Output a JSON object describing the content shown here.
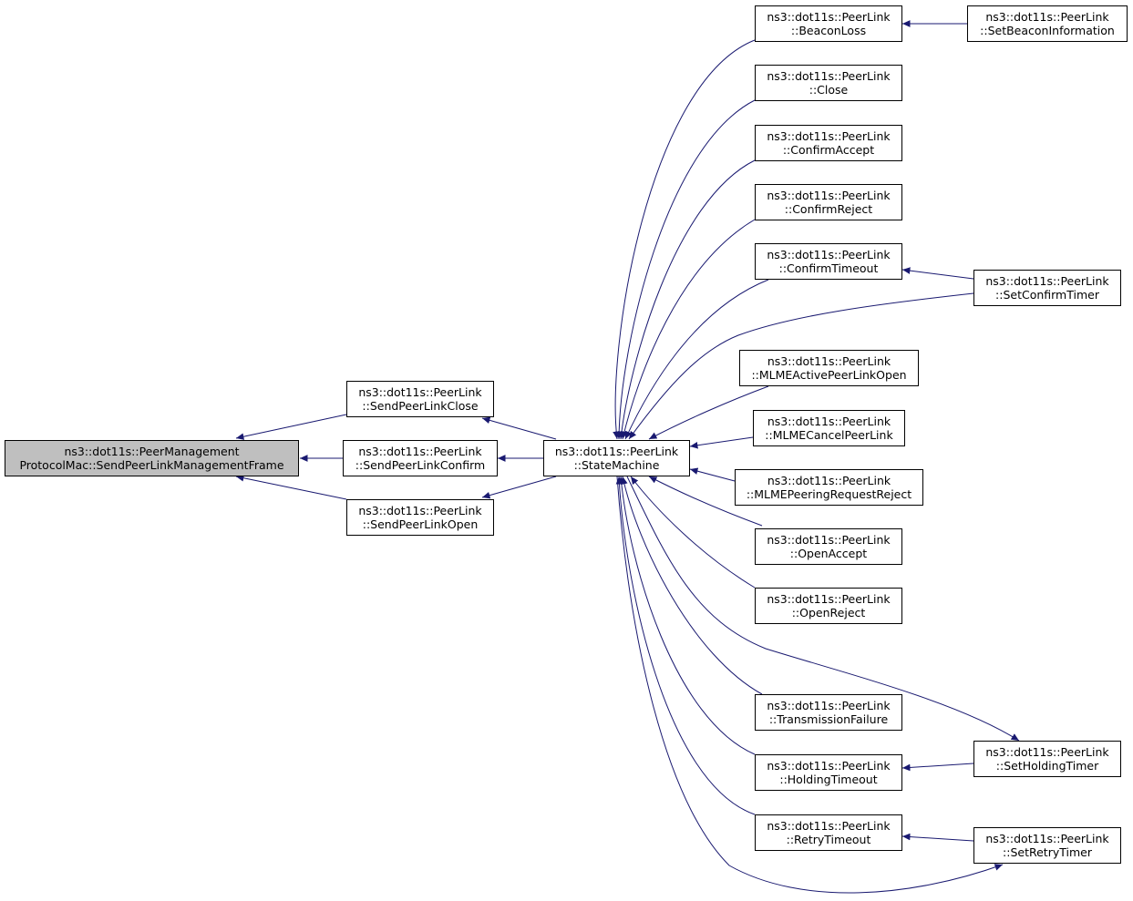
{
  "colors": {
    "edge": "#191970",
    "focus_fill": "#bfbfbf",
    "node_fill": "#ffffff",
    "border": "#000000"
  },
  "nodes": {
    "root": {
      "line1": "ns3::dot11s::PeerManagement",
      "line2": "ProtocolMac::SendPeerLinkManagementFrame"
    },
    "sendclose": {
      "line1": "ns3::dot11s::PeerLink",
      "line2": "::SendPeerLinkClose"
    },
    "sendconfirm": {
      "line1": "ns3::dot11s::PeerLink",
      "line2": "::SendPeerLinkConfirm"
    },
    "sendopen": {
      "line1": "ns3::dot11s::PeerLink",
      "line2": "::SendPeerLinkOpen"
    },
    "statemachine": {
      "line1": "ns3::dot11s::PeerLink",
      "line2": "::StateMachine"
    },
    "beaconloss": {
      "line1": "ns3::dot11s::PeerLink",
      "line2": "::BeaconLoss"
    },
    "close": {
      "line1": "ns3::dot11s::PeerLink",
      "line2": "::Close"
    },
    "confirmaccept": {
      "line1": "ns3::dot11s::PeerLink",
      "line2": "::ConfirmAccept"
    },
    "confirmreject": {
      "line1": "ns3::dot11s::PeerLink",
      "line2": "::ConfirmReject"
    },
    "confirmtimeout": {
      "line1": "ns3::dot11s::PeerLink",
      "line2": "::ConfirmTimeout"
    },
    "mlmeactive": {
      "line1": "ns3::dot11s::PeerLink",
      "line2": "::MLMEActivePeerLinkOpen"
    },
    "mlmecancel": {
      "line1": "ns3::dot11s::PeerLink",
      "line2": "::MLMECancelPeerLink"
    },
    "mlmepeering": {
      "line1": "ns3::dot11s::PeerLink",
      "line2": "::MLMEPeeringRequestReject"
    },
    "openaccept": {
      "line1": "ns3::dot11s::PeerLink",
      "line2": "::OpenAccept"
    },
    "openreject": {
      "line1": "ns3::dot11s::PeerLink",
      "line2": "::OpenReject"
    },
    "transfail": {
      "line1": "ns3::dot11s::PeerLink",
      "line2": "::TransmissionFailure"
    },
    "holdingtimeout": {
      "line1": "ns3::dot11s::PeerLink",
      "line2": "::HoldingTimeout"
    },
    "retrytimeout": {
      "line1": "ns3::dot11s::PeerLink",
      "line2": "::RetryTimeout"
    },
    "setbeacon": {
      "line1": "ns3::dot11s::PeerLink",
      "line2": "::SetBeaconInformation"
    },
    "setconfirm": {
      "line1": "ns3::dot11s::PeerLink",
      "line2": "::SetConfirmTimer"
    },
    "setholding": {
      "line1": "ns3::dot11s::PeerLink",
      "line2": "::SetHoldingTimer"
    },
    "setretry": {
      "line1": "ns3::dot11s::PeerLink",
      "line2": "::SetRetryTimer"
    }
  },
  "edges": [
    {
      "from": "sendclose",
      "to": "root"
    },
    {
      "from": "sendconfirm",
      "to": "root"
    },
    {
      "from": "sendopen",
      "to": "root"
    },
    {
      "from": "statemachine",
      "to": "sendclose"
    },
    {
      "from": "statemachine",
      "to": "sendconfirm"
    },
    {
      "from": "statemachine",
      "to": "sendopen"
    },
    {
      "from": "beaconloss",
      "to": "statemachine"
    },
    {
      "from": "close",
      "to": "statemachine"
    },
    {
      "from": "confirmaccept",
      "to": "statemachine"
    },
    {
      "from": "confirmreject",
      "to": "statemachine"
    },
    {
      "from": "confirmtimeout",
      "to": "statemachine"
    },
    {
      "from": "setconfirm",
      "to": "statemachine"
    },
    {
      "from": "mlmeactive",
      "to": "statemachine"
    },
    {
      "from": "mlmecancel",
      "to": "statemachine"
    },
    {
      "from": "mlmepeering",
      "to": "statemachine"
    },
    {
      "from": "openaccept",
      "to": "statemachine"
    },
    {
      "from": "openreject",
      "to": "statemachine"
    },
    {
      "from": "statemachine",
      "to": "setholding"
    },
    {
      "from": "transfail",
      "to": "statemachine"
    },
    {
      "from": "holdingtimeout",
      "to": "statemachine"
    },
    {
      "from": "retrytimeout",
      "to": "statemachine"
    },
    {
      "from": "statemachine",
      "to": "setretry"
    },
    {
      "from": "setbeacon",
      "to": "beaconloss"
    },
    {
      "from": "setconfirm",
      "to": "confirmtimeout"
    },
    {
      "from": "setholding",
      "to": "holdingtimeout"
    },
    {
      "from": "setretry",
      "to": "retrytimeout"
    }
  ]
}
